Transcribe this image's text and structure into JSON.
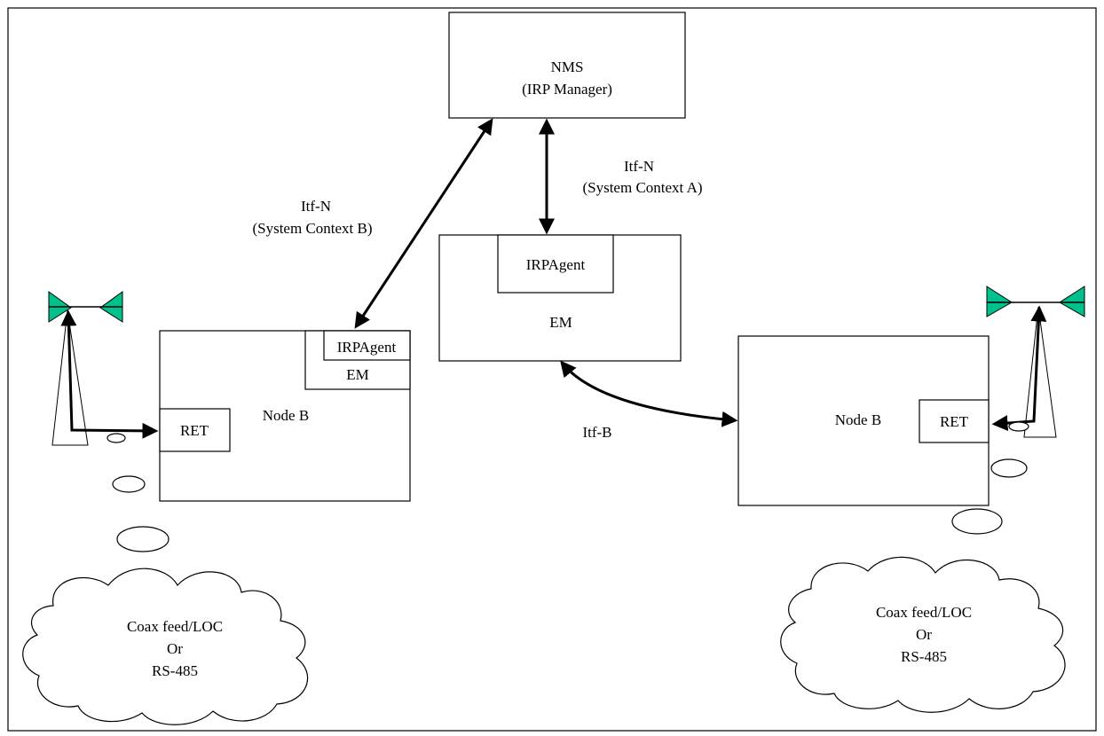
{
  "diagram": {
    "nms": {
      "line1": "NMS",
      "line2": "(IRP Manager)"
    },
    "em_center": {
      "agent": "IRPAgent",
      "label": "EM"
    },
    "left_node": {
      "label": "Node B",
      "agent": "IRPAgent",
      "em": "EM",
      "ret": "RET"
    },
    "right_node": {
      "label": "Node B",
      "ret": "RET"
    },
    "itf_a": {
      "line1": "Itf-N",
      "line2": "(System Context A)"
    },
    "itf_b_ctx": {
      "line1": "Itf-N",
      "line2": "(System Context B)"
    },
    "itf_b": "Itf-B",
    "left_cloud": {
      "line1": "Coax feed/LOC",
      "line2": "Or",
      "line3": "RS-485"
    },
    "right_cloud": {
      "line1": "Coax feed/LOC",
      "line2": "Or",
      "line3": "RS-485"
    },
    "colors": {
      "antenna": "#00c08b",
      "line": "#000000",
      "background": "#ffffff"
    }
  }
}
